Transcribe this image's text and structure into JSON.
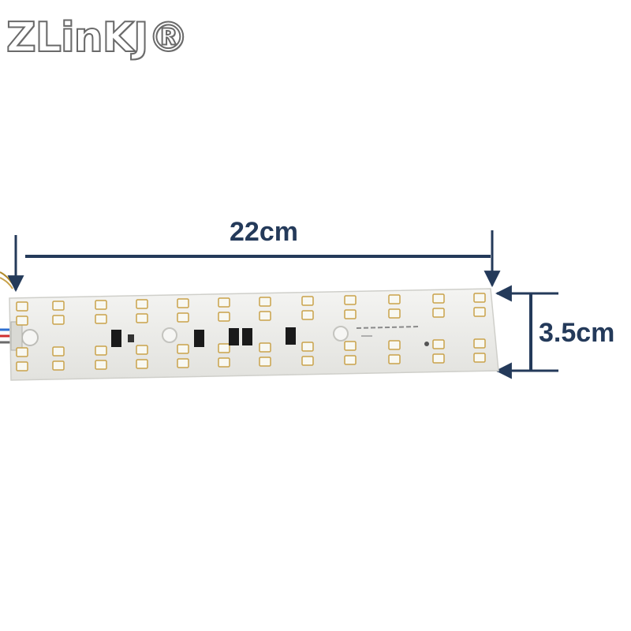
{
  "brand": {
    "text": "ZLinKJ®"
  },
  "dimensions": {
    "width_label": "22cm",
    "height_label": "3.5cm"
  },
  "colors": {
    "dimension": "#243a5a",
    "board": "#ececea",
    "led": "#f8f8f2",
    "led_frame": "#c9a24a",
    "chip": "#1a1a1a"
  }
}
